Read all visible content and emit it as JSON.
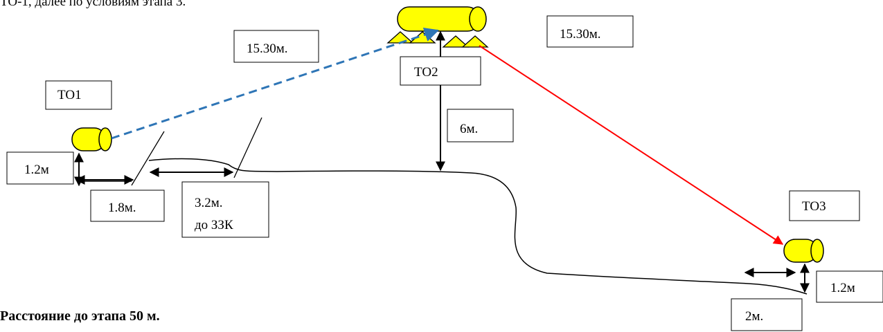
{
  "header_fragment": "ТО-1, далее по условиям этапа 3.",
  "labels": {
    "to1": "ТО1",
    "to2": "ТО2",
    "to3": "ТО3",
    "dist_left": "15.30м.",
    "dist_right": "15.30м.",
    "h_to2": "6м.",
    "h_to1": "1.2м",
    "h_to3": "1.2м",
    "gap_to1": "1.8м.",
    "zzk_line1": "3.2м.",
    "zzk_line2": "до ЗЗК",
    "gap_to3": "2м."
  },
  "footer": "Расстояние до этапа 50 м.",
  "colors": {
    "log_fill": "#ffff00",
    "dashed_line": "#2e75b6",
    "red_line": "#ff0000",
    "stroke": "#000000"
  }
}
